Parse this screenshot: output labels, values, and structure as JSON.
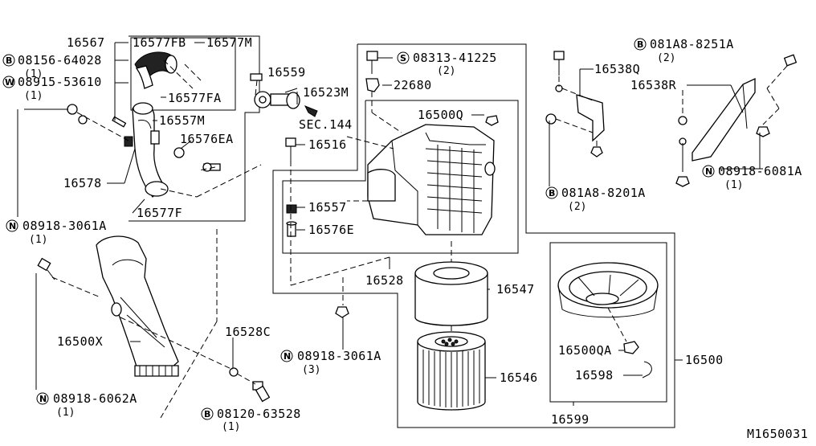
{
  "figure_id": "M1650031",
  "sec_ref": "SEC.144",
  "labels": {
    "p16567": "16567",
    "p16577FB": "16577FB",
    "p16577M": "16577M",
    "p16577FA": "16577FA",
    "p16557M": "16557M",
    "p16576EA": "16576EA",
    "p16578": "16578",
    "p16577F": "16577F",
    "p16559": "16559",
    "p16523M": "16523M",
    "p16516": "16516",
    "p22680": "22680",
    "p16500Q": "16500Q",
    "p16557": "16557",
    "p16576E": "16576E",
    "p16528": "16528",
    "p16547": "16547",
    "p16546": "16546",
    "p16538Q": "16538Q",
    "p16538R": "16538R",
    "p16500": "16500",
    "p16500QA": "16500QA",
    "p16598": "16598",
    "p16599": "16599",
    "p16500X": "16500X",
    "p16528C": "16528C"
  },
  "fasteners": [
    {
      "id": "b08156",
      "prefix": "B",
      "number": "08156-64028",
      "qty": "(1)"
    },
    {
      "id": "w08915",
      "prefix": "W",
      "number": "08915-53610",
      "qty": "(1)"
    },
    {
      "id": "n08918a",
      "prefix": "N",
      "number": "08918-3061A",
      "qty": "(1)"
    },
    {
      "id": "s08313",
      "prefix": "S",
      "number": "08313-41225",
      "qty": "(2)"
    },
    {
      "id": "b081a8a",
      "prefix": "B",
      "number": "081A8-8251A",
      "qty": "(2)"
    },
    {
      "id": "b081a8b",
      "prefix": "B",
      "number": "081A8-8201A",
      "qty": "(2)"
    },
    {
      "id": "n08918b",
      "prefix": "N",
      "number": "08918-6081A",
      "qty": "(1)"
    },
    {
      "id": "n08918c",
      "prefix": "N",
      "number": "08918-3061A",
      "qty": "(3)"
    },
    {
      "id": "n08918d",
      "prefix": "N",
      "number": "08918-6062A",
      "qty": "(1)"
    },
    {
      "id": "b08120",
      "prefix": "B",
      "number": "08120-63528",
      "qty": "(1)"
    }
  ]
}
